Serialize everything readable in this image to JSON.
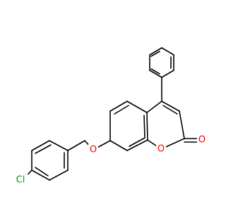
{
  "molecule": {
    "atom_labels": {
      "ring_oxygen": "O",
      "carbonyl_oxygen": "O",
      "ether_oxygen": "O",
      "chlorine": "Cl"
    },
    "colors": {
      "bond": "#000000",
      "oxygen": "#ff0000",
      "chlorine": "#00a000"
    }
  }
}
